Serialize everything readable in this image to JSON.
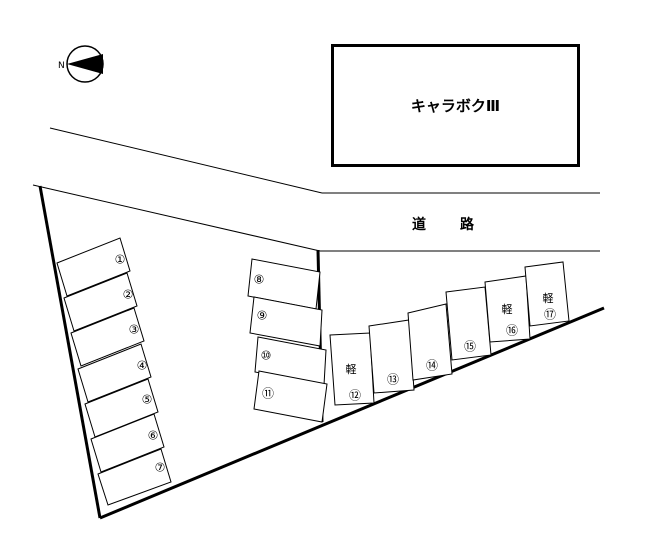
{
  "building": {
    "name": "キャラボクⅢ"
  },
  "road": {
    "label_1": "道",
    "label_2": "路"
  },
  "compass": {
    "letter": "N"
  },
  "kei_label": "軽",
  "parking": [
    {
      "id": "1",
      "label": "①"
    },
    {
      "id": "2",
      "label": "②"
    },
    {
      "id": "3",
      "label": "③"
    },
    {
      "id": "4",
      "label": "④"
    },
    {
      "id": "5",
      "label": "⑤"
    },
    {
      "id": "6",
      "label": "⑥"
    },
    {
      "id": "7",
      "label": "⑦"
    },
    {
      "id": "8",
      "label": "⑧"
    },
    {
      "id": "9",
      "label": "⑨"
    },
    {
      "id": "10",
      "label": "⑩"
    },
    {
      "id": "11",
      "label": "⑪"
    },
    {
      "id": "12",
      "label": "⑫",
      "kei": true
    },
    {
      "id": "13",
      "label": "⑬"
    },
    {
      "id": "14",
      "label": "⑭"
    },
    {
      "id": "15",
      "label": "⑮"
    },
    {
      "id": "16",
      "label": "⑯",
      "kei": true
    },
    {
      "id": "17",
      "label": "⑰",
      "kei": true
    }
  ]
}
